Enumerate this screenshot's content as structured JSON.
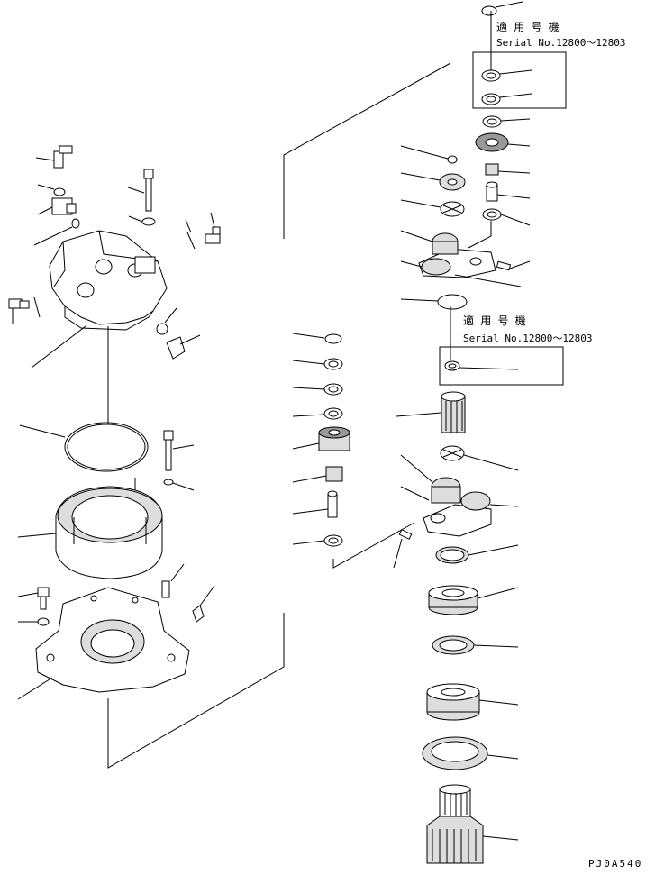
{
  "applicability_note_top": {
    "label": "適 用 号 機",
    "serial": "Serial No.12800～12803"
  },
  "applicability_note_middle": {
    "label": "適 用 号 機",
    "serial": "Serial No.12800～12803"
  },
  "drawing_code": "PJ0A540"
}
